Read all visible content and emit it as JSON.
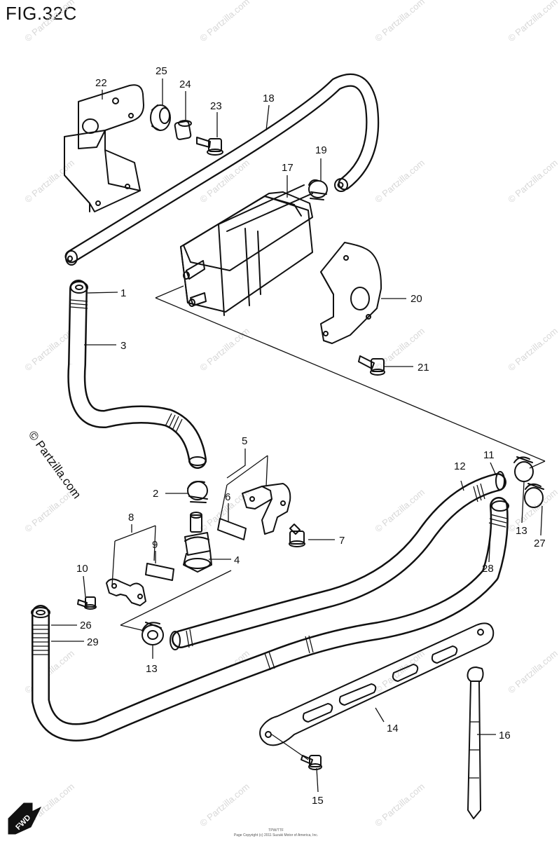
{
  "figure": {
    "title": "FIG.32C"
  },
  "watermark": {
    "text": "© Partzilla.com"
  },
  "side_mark": {
    "text": "© Partzilla.com"
  },
  "fwd_badge": {
    "text": "FWD"
  },
  "footer": {
    "line1": "TPW/TTF",
    "line2": "Page Copyright (c) 2011 Suzuki Motor of America, Inc."
  },
  "labels": {
    "p1": "1",
    "p2": "2",
    "p3": "3",
    "p4": "4",
    "p5": "5",
    "p6": "6",
    "p7": "7",
    "p8": "8",
    "p9": "9",
    "p10": "10",
    "p11": "11",
    "p12": "12",
    "p13a": "13",
    "p13b": "13",
    "p14": "14",
    "p15": "15",
    "p16": "16",
    "p17": "17",
    "p18": "18",
    "p19": "19",
    "p20": "20",
    "p21": "21",
    "p22": "22",
    "p23": "23",
    "p24": "24",
    "p25": "25",
    "p26": "26",
    "p27": "27",
    "p28": "28",
    "p29": "29"
  }
}
